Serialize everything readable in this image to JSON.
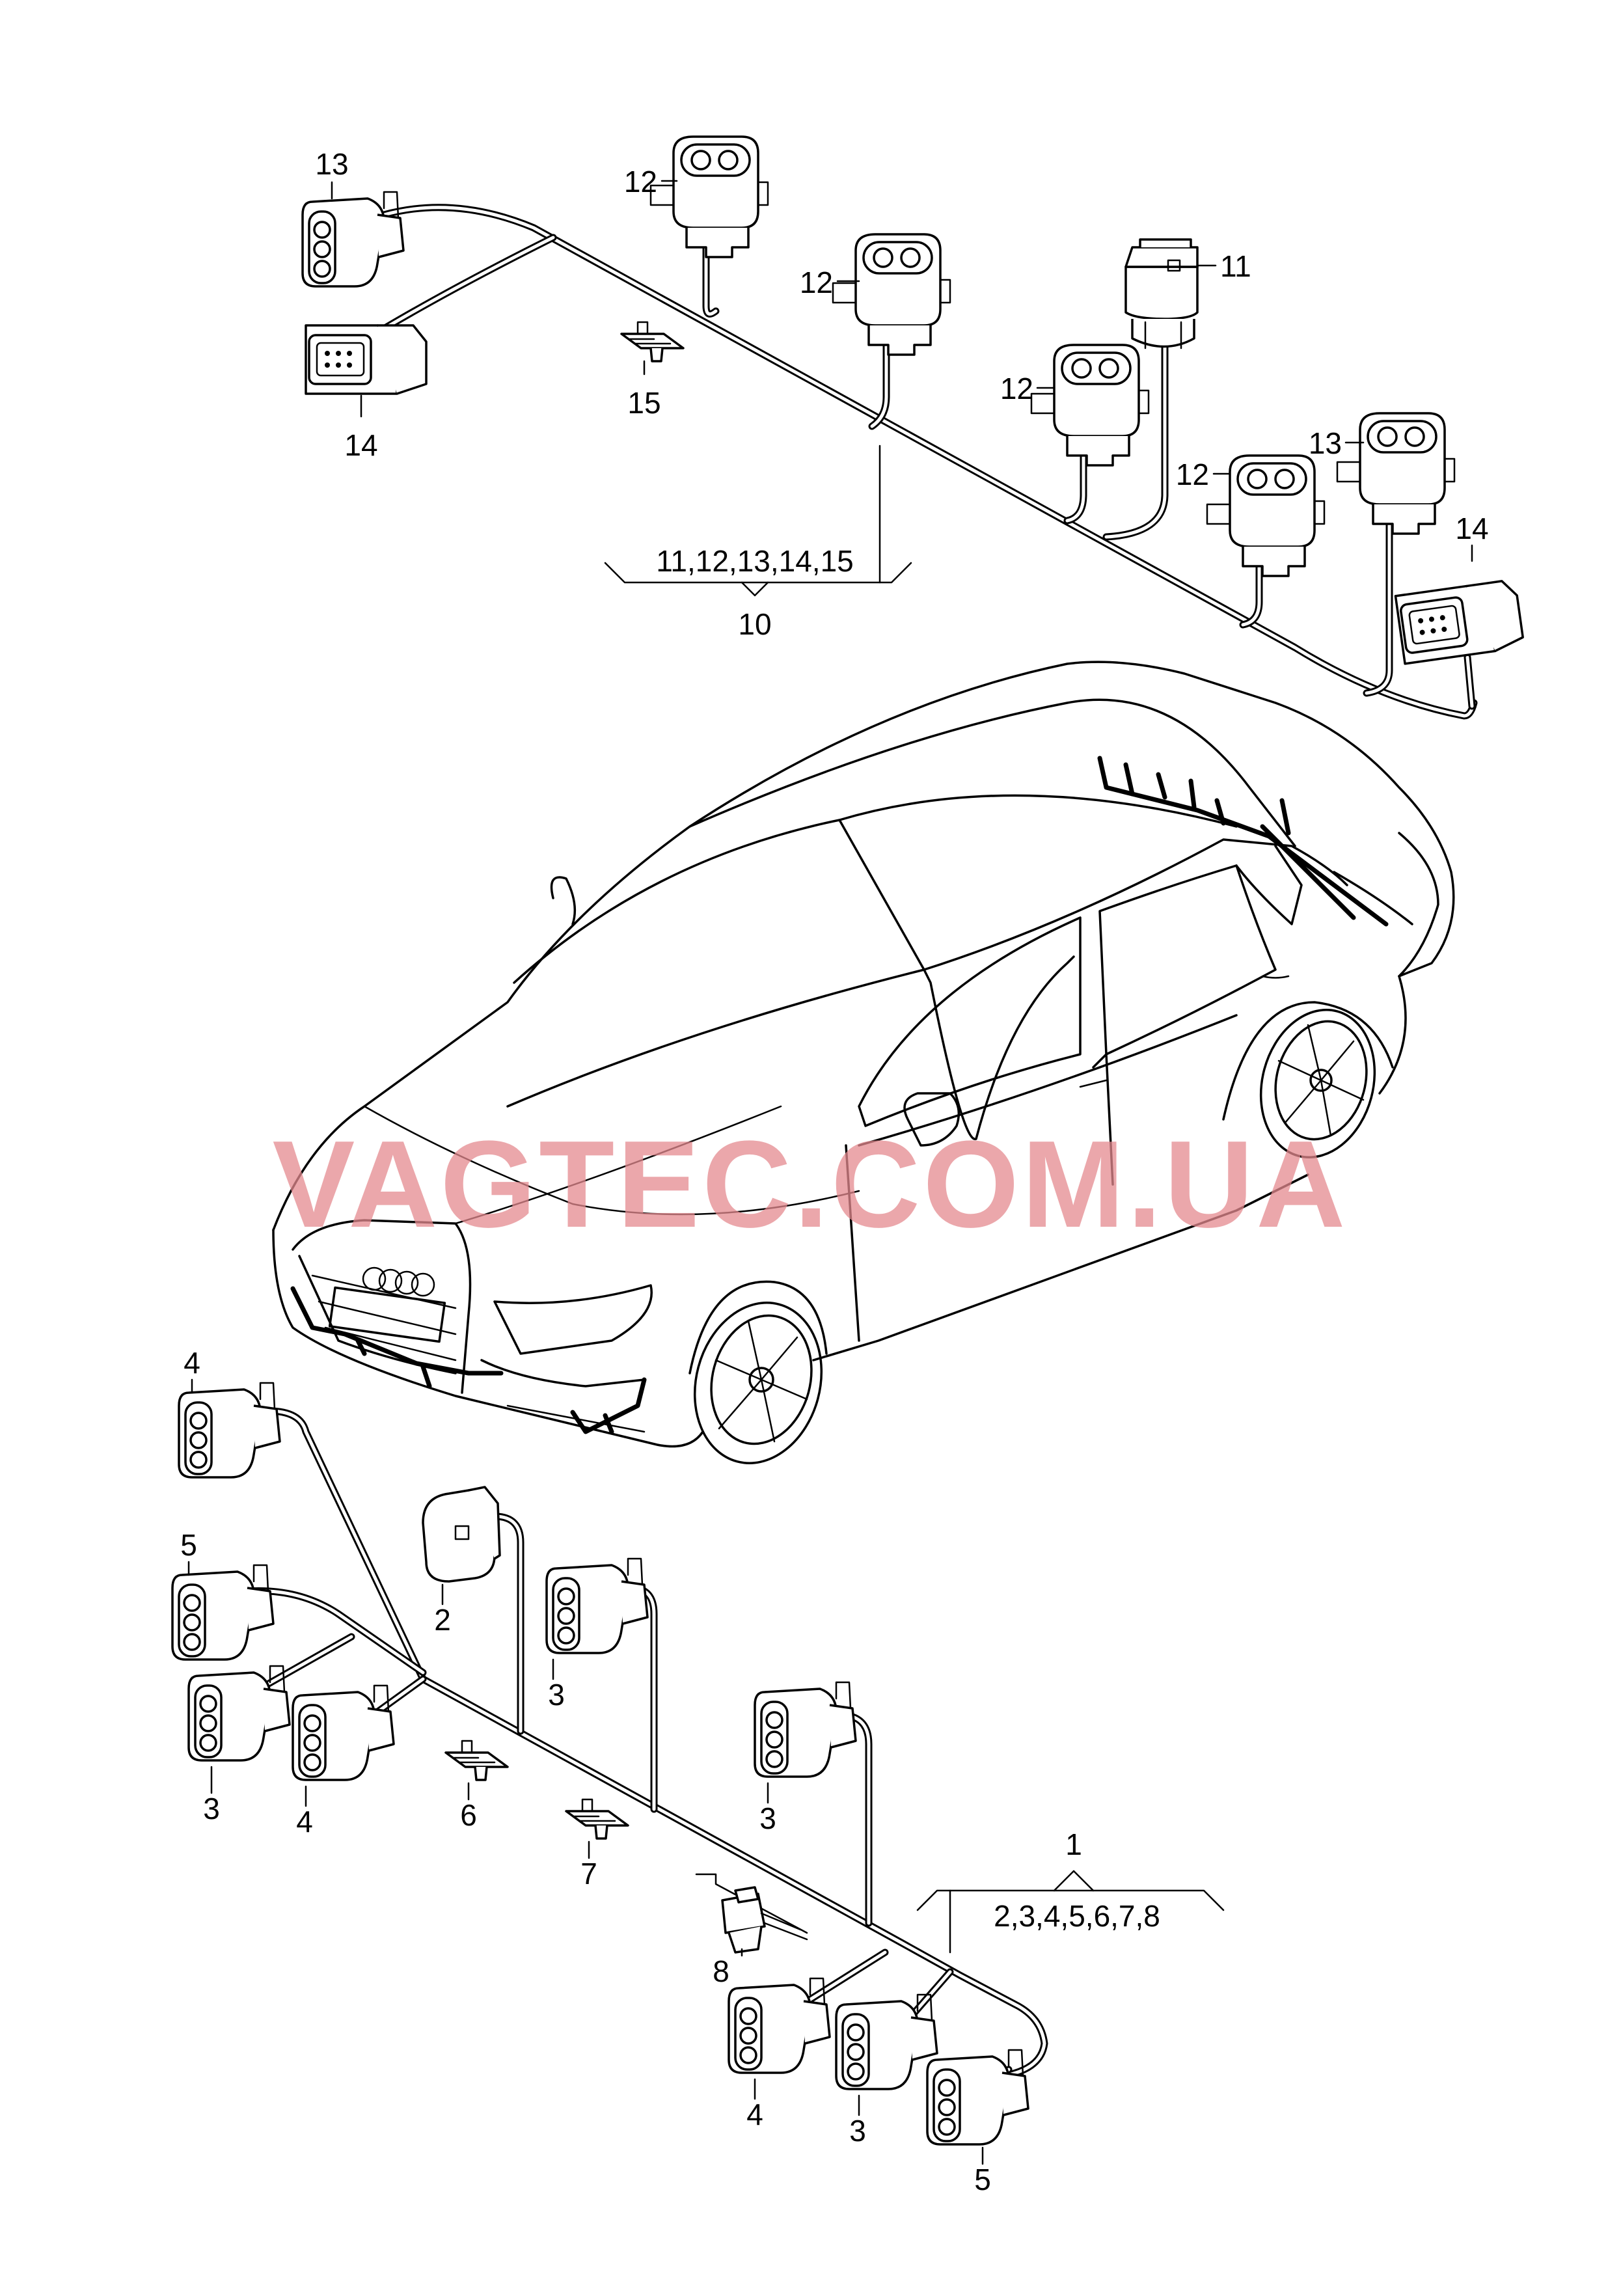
{
  "watermark": "VAGTEC.COM.UA",
  "watermark_color": "#e48a8f",
  "rear_harness": {
    "group_number": "10",
    "group_contents": "11,12,13,14,15",
    "callouts": {
      "c13a": "13",
      "c12a": "12",
      "c12b": "12",
      "c11": "11",
      "c12c": "12",
      "c12d": "12",
      "c13b": "13",
      "c14a": "14",
      "c14b": "14",
      "c15": "15"
    }
  },
  "front_harness": {
    "group_number": "1",
    "group_contents": "2,3,4,5,6,7,8",
    "callouts": {
      "c4a": "4",
      "c5a": "5",
      "c2": "2",
      "c3a": "3",
      "c3b": "3",
      "c4b": "4",
      "c6": "6",
      "c3c": "3",
      "c7": "7",
      "c8": "8",
      "c4c": "4",
      "c3d": "3",
      "c5b": "5"
    }
  }
}
